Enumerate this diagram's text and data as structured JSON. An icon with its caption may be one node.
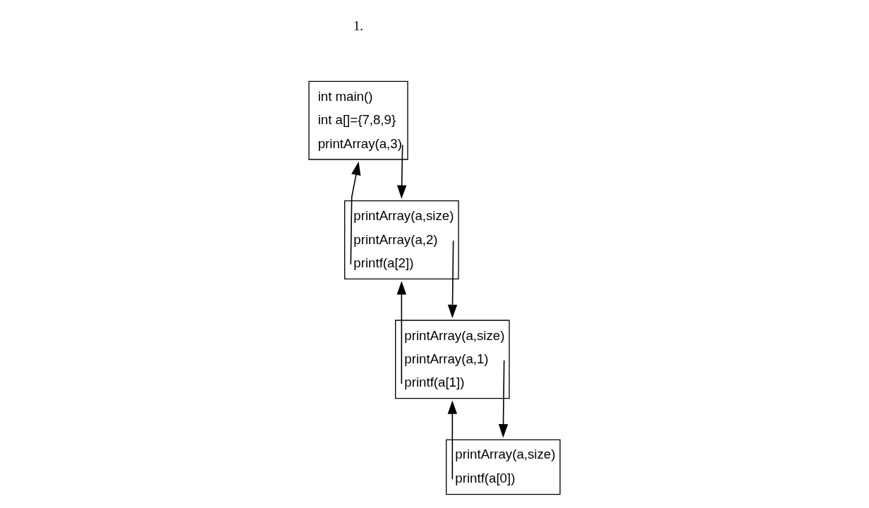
{
  "diagram": {
    "nodes": [
      {
        "text": [
          "int main()",
          "int a[]={7,8,9}",
          "printArray(a,3)"
        ]
      },
      {
        "text": [
          "printArray(a,size)",
          "printArray(a,2)",
          "printf(a[2])"
        ]
      },
      {
        "text": [
          "printArray(a,size)",
          "printArray(a,1)",
          "printf(a[1])"
        ]
      },
      {
        "text": [
          "printArray(a,size)",
          "printf(a[0])"
        ]
      }
    ],
    "edges": [
      {
        "from": 0,
        "to": 1,
        "arrow": "to"
      },
      {
        "from": 1,
        "to": 0,
        "arrow": "to"
      },
      {
        "from": 1,
        "to": 2,
        "arrow": "to"
      },
      {
        "from": 2,
        "to": 1,
        "arrow": "to"
      },
      {
        "from": 2,
        "to": 3,
        "arrow": "to"
      },
      {
        "from": 3,
        "to": 2,
        "arrow": "to"
      }
    ],
    "labels": [
      "1."
    ]
  }
}
